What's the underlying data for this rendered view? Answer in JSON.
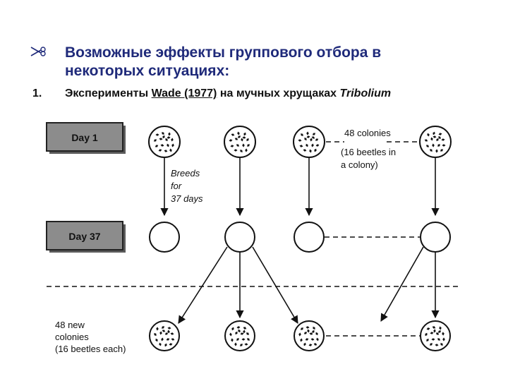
{
  "slide": {
    "title_line1": "Возможные эффекты группового отбора в",
    "title_line2": "некоторых ситуациях:",
    "item_number": "1.",
    "item_text_before": "Эксперименты ",
    "item_reference": "Wade (1977)",
    "item_text_middle": " на мучных хрущаках ",
    "item_genus": "Tribolium"
  },
  "diagram": {
    "day1_label": "Day 1",
    "day37_label": "Day 37",
    "breeds_line1": "Breeds",
    "breeds_line2": "for",
    "breeds_line3": "37 days",
    "colonies_line1": "48 colonies",
    "colonies_line2": "(16 beetles in",
    "colonies_line3": "a colony)",
    "new_line1": "48 new",
    "new_line2": "colonies",
    "new_line3": "(16 beetles each)"
  }
}
